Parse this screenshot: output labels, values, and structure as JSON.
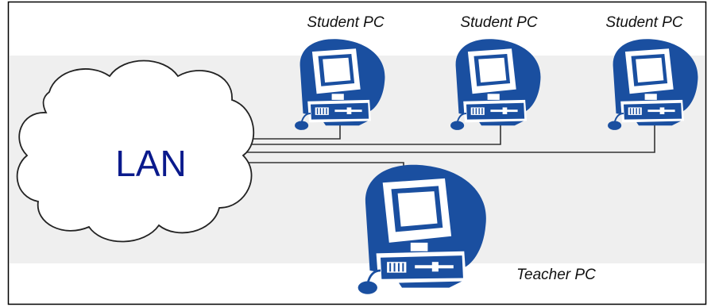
{
  "cloud": {
    "label": "LAN",
    "label_color": "#0a1a8c"
  },
  "computers": {
    "student_1": {
      "label": "Student  PC",
      "icon": "computer-icon"
    },
    "student_2": {
      "label": "Student PC",
      "icon": "computer-icon"
    },
    "student_3": {
      "label": "Student PC",
      "icon": "computer-icon"
    },
    "teacher": {
      "label": "Teacher PC",
      "icon": "computer-icon"
    }
  },
  "colors": {
    "icon_blue": "#1a4fa0",
    "line": "#333333",
    "frame": "#000000",
    "band": "#efefef"
  }
}
